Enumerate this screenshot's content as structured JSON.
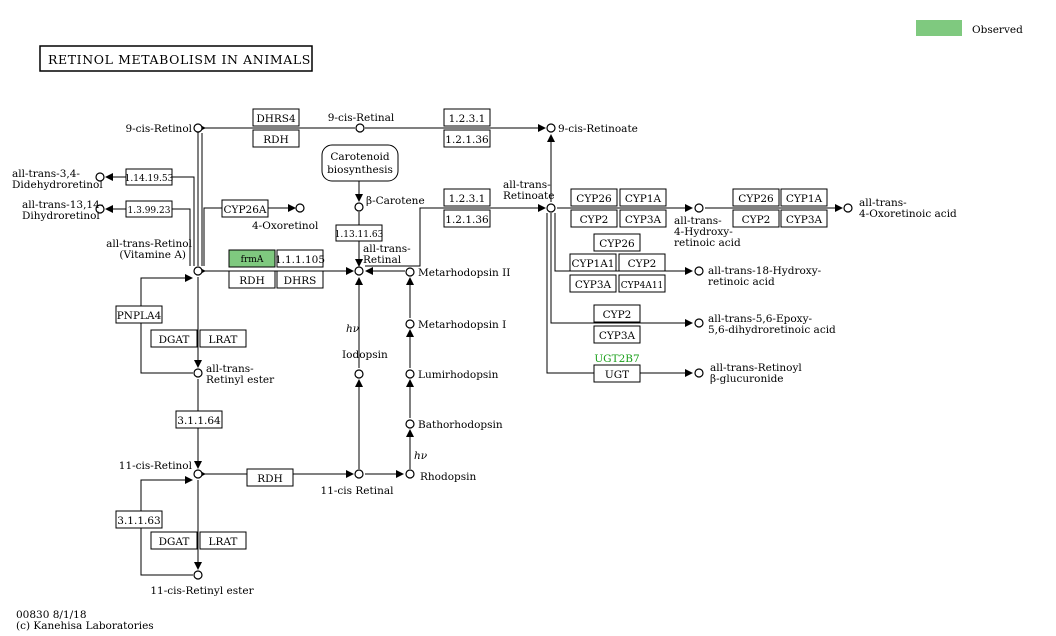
{
  "title": "RETINOL METABOLISM IN ANIMALS",
  "legend": {
    "label": "Observed",
    "color": "#7fc97f"
  },
  "footer": {
    "map_id": "00830 8/1/18",
    "copyright": "(c) Kanehisa Laboratories"
  },
  "compounds": {
    "cis9_retinol": "9-cis-Retinol",
    "cis9_retinal": "9-cis-Retinal",
    "cis9_retinoate": "9-cis-Retinoate",
    "didehydro_1": "all-trans-3,4-",
    "didehydro_2": "Didehydroretinol",
    "dihydro_1": "all-trans-13,14-",
    "dihydro_2": "Dihydroretinol",
    "oxoretinol": "4-Oxoretinol",
    "carotenoid_1": "Carotenoid",
    "carotenoid_2": "biosynthesis",
    "beta_carotene": "β-Carotene",
    "at_retinal_1": "all-trans-",
    "at_retinal_2": "Retinal",
    "at_retinol_1": "all-trans-Retinol",
    "at_retinol_2": "(Vitamine A)",
    "at_retinoate_1": "all-trans-",
    "at_retinoate_2": "Retinoate",
    "hydroxy4_1": "all-trans-",
    "hydroxy4_2": "4-Hydroxy-",
    "hydroxy4_3": "retinoic acid",
    "oxoacid_1": "all-trans-",
    "oxoacid_2": "4-Oxoretinoic acid",
    "hydroxy18_1": "all-trans-18-Hydroxy-",
    "hydroxy18_2": "retinoic acid",
    "epoxy_1": "all-trans-5,6-Epoxy-",
    "epoxy_2": "5,6-dihydroretinoic acid",
    "glucuronide_1": "all-trans-Retinoyl",
    "glucuronide_2": "β-glucuronide",
    "metarhodopsin2": "Metarhodopsin II",
    "metarhodopsin1": "Metarhodopsin I",
    "lumirhodopsin": "Lumirhodopsin",
    "bathorhodopsin": "Bathorhodopsin",
    "rhodopsin": "Rhodopsin",
    "iodopsin": "Iodopsin",
    "retinyl_ester_1": "all-trans-",
    "retinyl_ester_2": "Retinyl ester",
    "cis11_retinol": "11-cis-Retinol",
    "cis11_retinal": "11-cis Retinal",
    "cis11_retinyl_ester": "11-cis-Retinyl ester",
    "hv": "hν"
  },
  "genes": {
    "dhrs4": "DHRS4",
    "rdh_top": "RDH",
    "ec1231_a": "1.2.3.1",
    "ec12136_a": "1.2.1.36",
    "ec1141953": "1.14.19.53",
    "ec139923": "1.3.99.23",
    "cyp26a": "CYP26A",
    "ec1131163": "1.13.11.63",
    "ec1231_b": "1.2.3.1",
    "ec12136_b": "1.2.1.36",
    "frma": "frmA",
    "ec111105": "1.1.1.105",
    "rdh_mid": "RDH",
    "dhrs": "DHRS",
    "pnpla4": "PNPLA4",
    "dgat_1": "DGAT",
    "lrat_1": "LRAT",
    "ec31164": "3.1.1.64",
    "rdh_bottom": "RDH",
    "ec31163": "3.1.1.63",
    "dgat_2": "DGAT",
    "lrat_2": "LRAT",
    "cyp26_a": "CYP26",
    "cyp1a_a": "CYP1A",
    "cyp2_a": "CYP2",
    "cyp3a_a": "CYP3A",
    "cyp26_b": "CYP26",
    "cyp1a_b": "CYP1A",
    "cyp2_b": "CYP2",
    "cyp3a_b": "CYP3A",
    "cyp26_c": "CYP26",
    "cyp1a1": "CYP1A1",
    "cyp2_c": "CYP2",
    "cyp3a_c": "CYP3A",
    "cyp4a11": "CYP4A11",
    "cyp2_d": "CYP2",
    "cyp3a_d": "CYP3A",
    "ugt2b7": "UGT2B7",
    "ugt": "UGT"
  }
}
